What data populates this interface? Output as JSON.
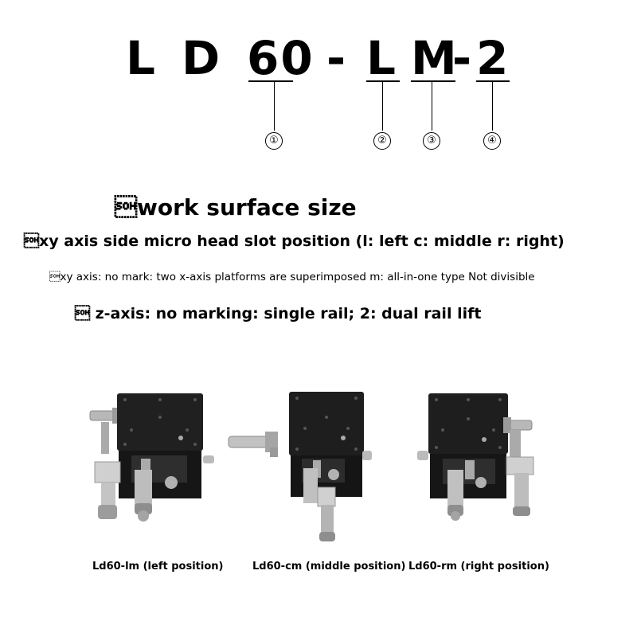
{
  "model_code": {
    "chars": [
      "L",
      "D",
      "60",
      "-",
      "L",
      "M",
      "-",
      "2"
    ]
  },
  "markers": [
    "①",
    "②",
    "③",
    "④"
  ],
  "descriptions": {
    "d1": "\u0001work surface size",
    "d2": "\u0001xy axis side micro head slot position (l: left c: middle r: right)",
    "d3": "\u0001xy axis: no mark: two x-axis platforms are superimposed m: all-in-one type Not divisible",
    "d4": "\u0001 z-axis: no marking: single rail; 2: dual rail lift"
  },
  "products": [
    {
      "caption": "Ld60-lm (left position)"
    },
    {
      "caption": "Ld60-cm (middle position)"
    },
    {
      "caption": "Ld60-rm (right position)"
    }
  ]
}
